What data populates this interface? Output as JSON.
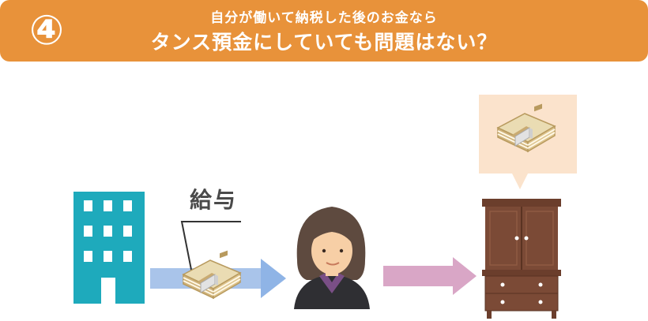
{
  "header": {
    "step_number": "④",
    "subtitle": "自分が働いて納税した後のお金なら",
    "title": "タンス預金にしていても問題はない？"
  },
  "diagram": {
    "salary_label": "給与",
    "icons": [
      "building-icon",
      "money-bundle-icon",
      "arrow-icon",
      "woman-icon",
      "arrow-icon",
      "wardrobe-icon",
      "money-bundle-icon"
    ]
  },
  "colors": {
    "banner": "#e8923a",
    "building": "#1eaabc",
    "arrow_blue": "#a9c4ea",
    "arrow_blue_head": "#8fb4e6",
    "arrow_pink": "#d9a6c6",
    "wardrobe": "#7b4a36",
    "bubble": "#fbe3cc",
    "money": "#d8c08a"
  }
}
